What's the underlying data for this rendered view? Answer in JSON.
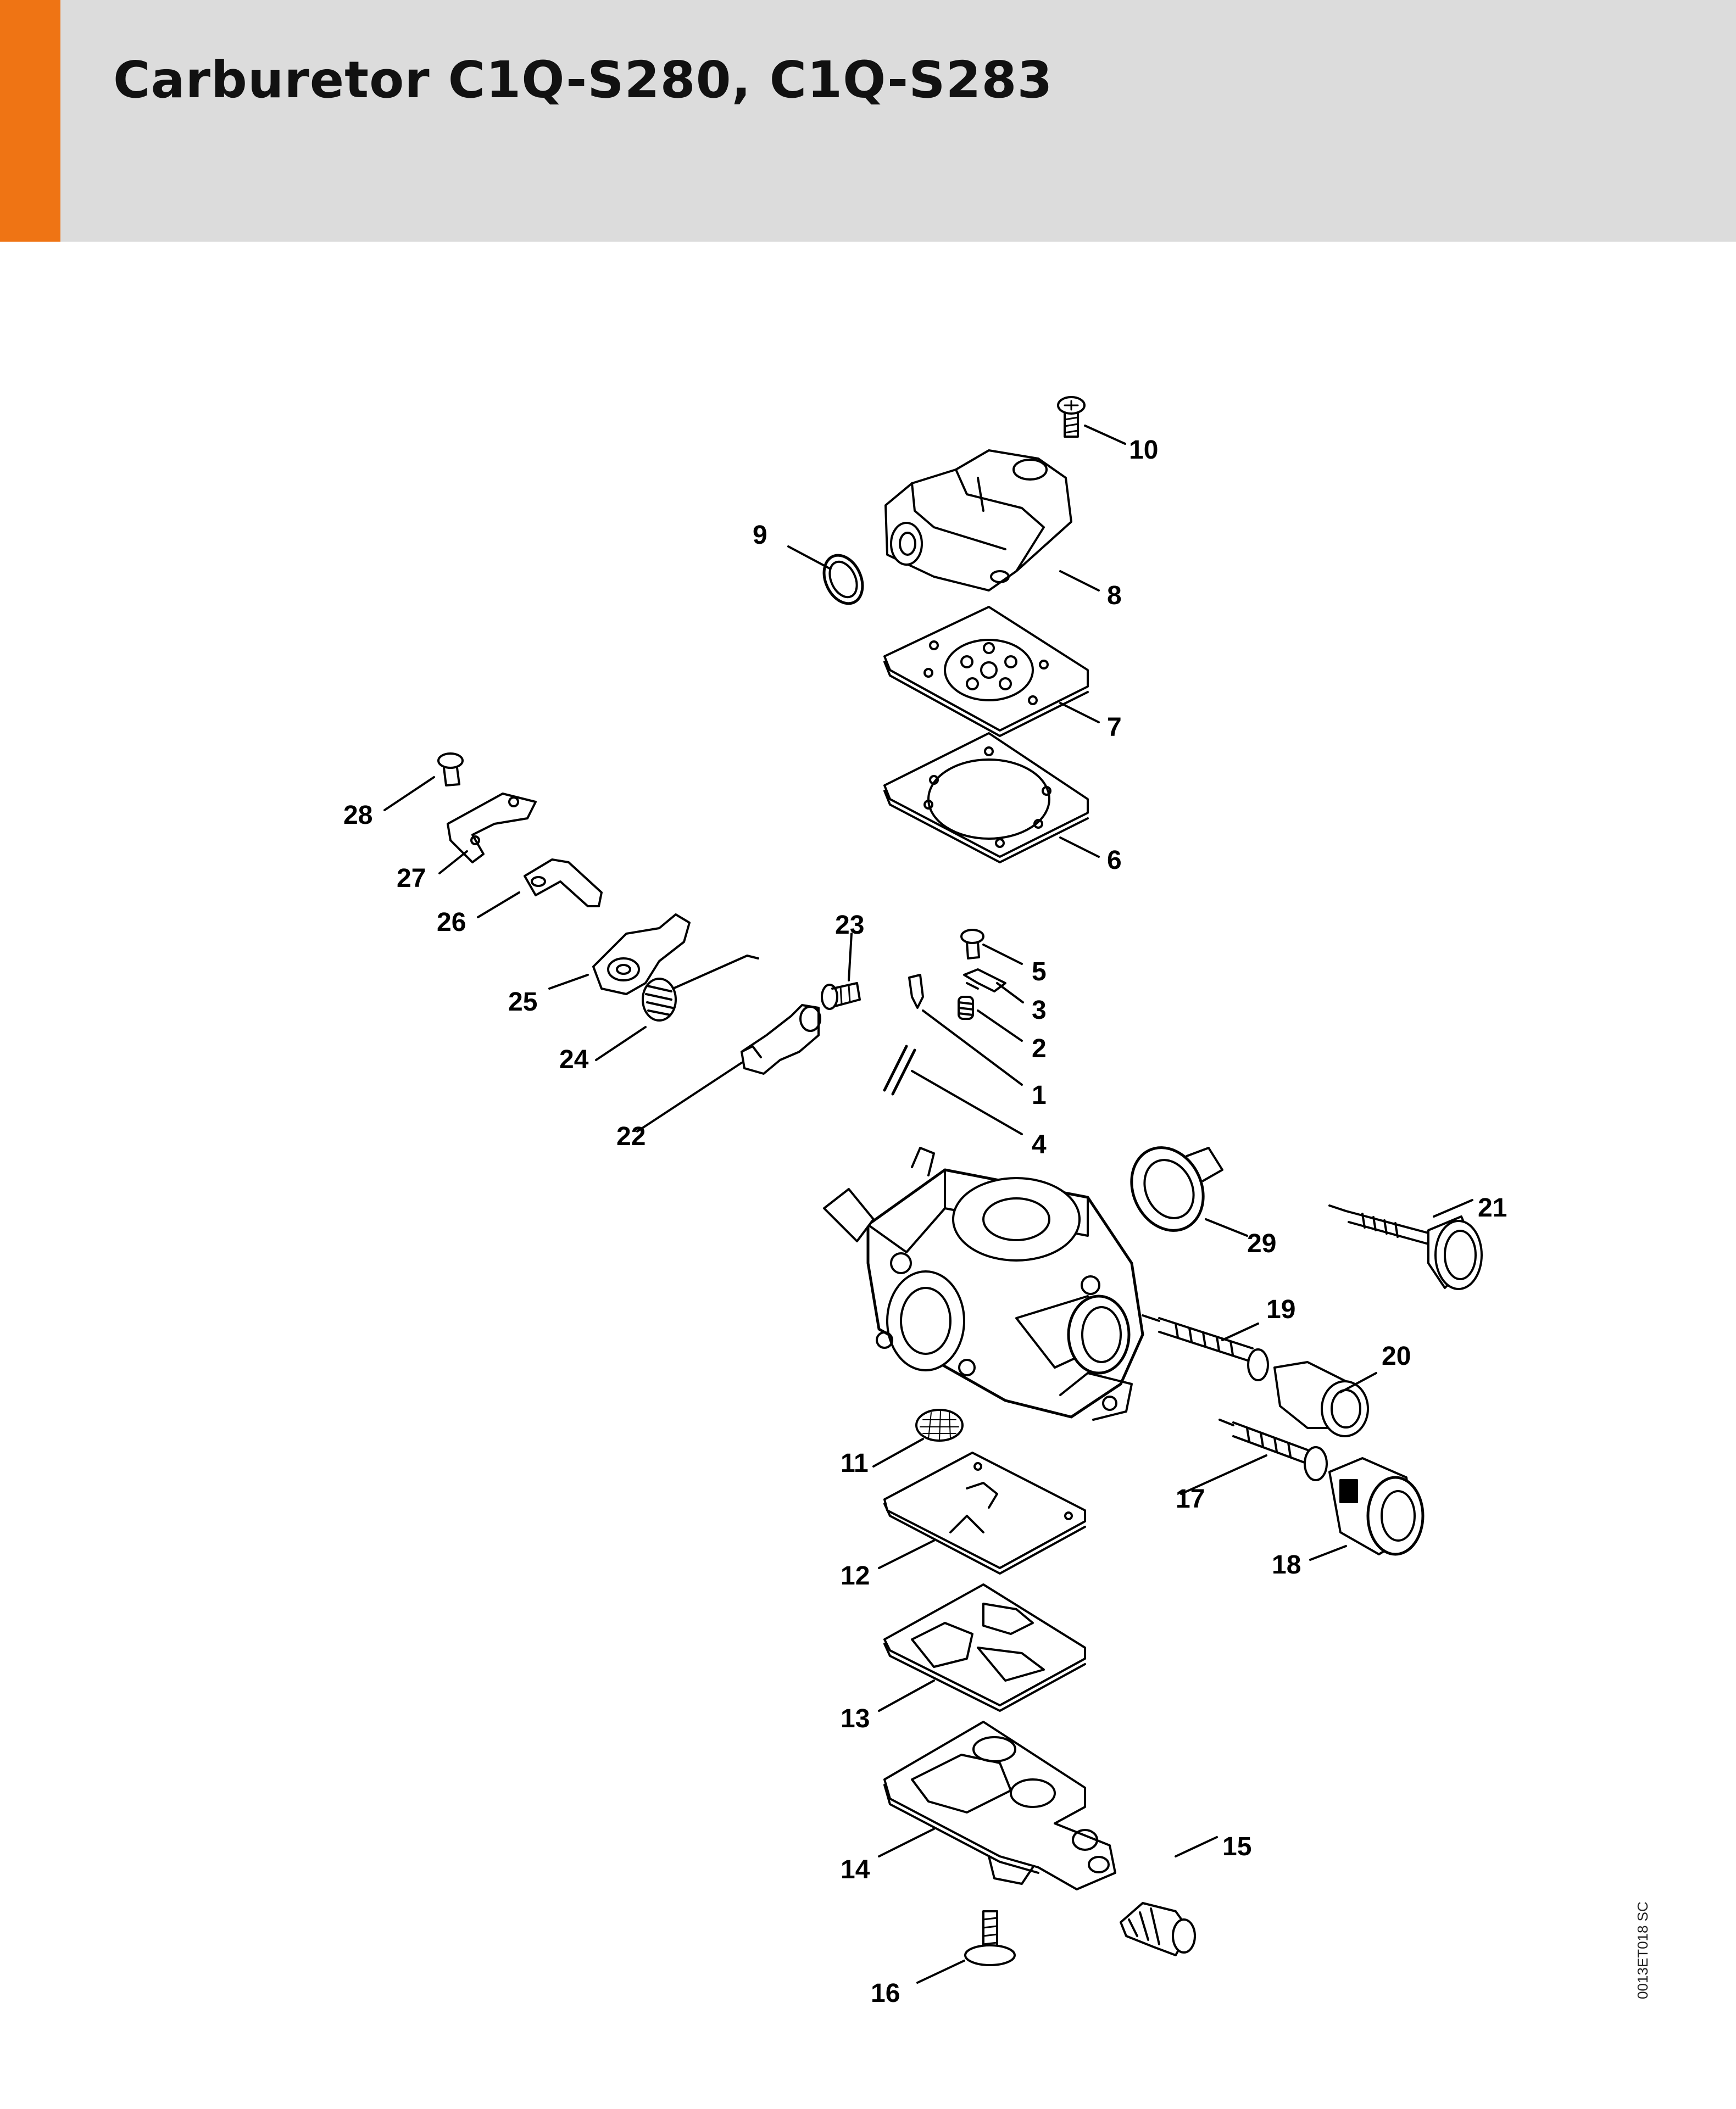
{
  "header": {
    "title": "Carburetor C1Q-S280, C1Q-S283",
    "accent_color": "#ef7414",
    "background_color": "#dcdcdc"
  },
  "reference_code": "0013ET018 SC",
  "callouts": [
    "1",
    "2",
    "3",
    "4",
    "5",
    "6",
    "7",
    "8",
    "9",
    "10",
    "11",
    "12",
    "13",
    "14",
    "15",
    "16",
    "17",
    "18",
    "19",
    "20",
    "21",
    "22",
    "23",
    "24",
    "25",
    "26",
    "27",
    "28",
    "29"
  ]
}
